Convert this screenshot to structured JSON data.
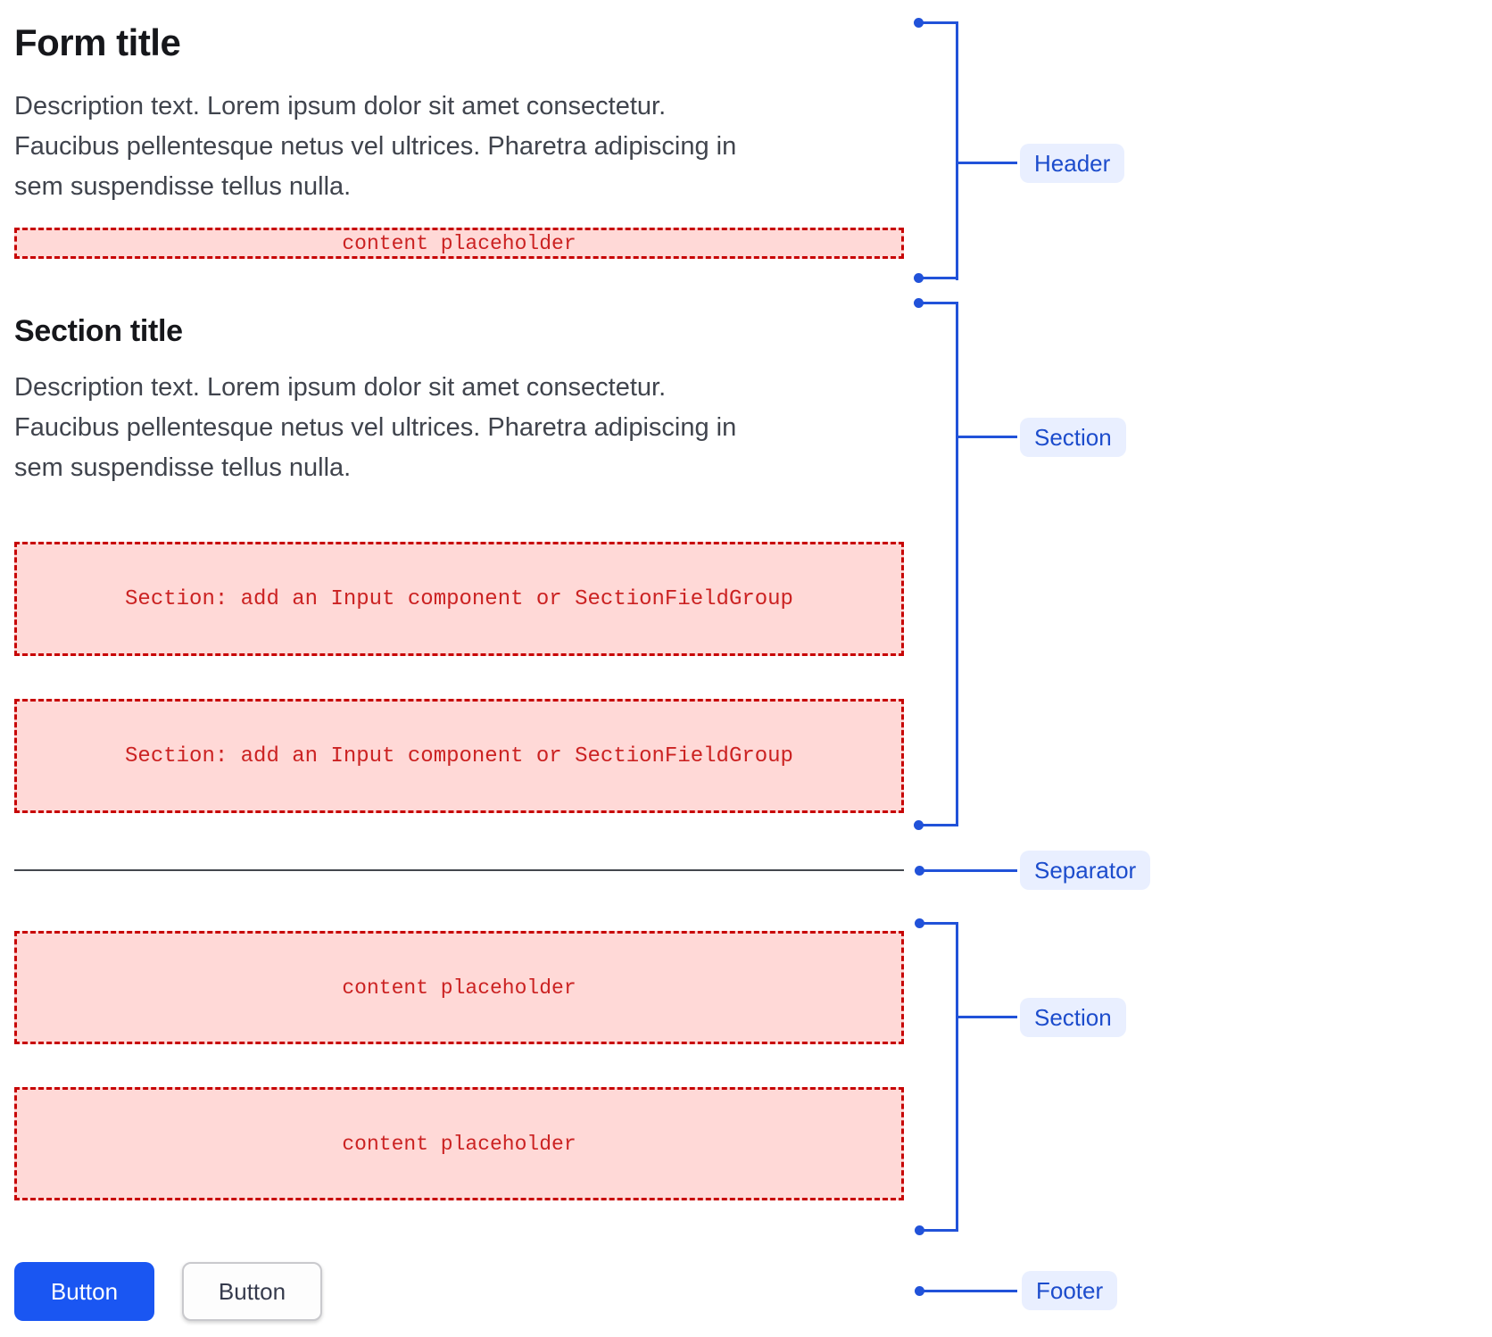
{
  "colors": {
    "accent_blue": "#2152d9",
    "label_text_blue": "#1c4ccc",
    "label_pill_bg": "#e9efff",
    "placeholder_text_red": "#cb2222",
    "placeholder_border_red": "#c70404",
    "placeholder_pink_bg": "#ffd9d7",
    "primary_button_blue": "#1a56f2",
    "title_color": "#16171b",
    "description_color": "#40444d",
    "separator_color": "#43474e"
  },
  "form": {
    "header": {
      "title": "Form title",
      "description_lines": [
        "Description text. Lorem ipsum dolor sit amet consectetur.",
        "Faucibus pellentesque netus vel ultrices. Pharetra adipiscing in",
        "sem suspendisse tellus nulla."
      ],
      "placeholder_label": "content placeholder"
    },
    "section": {
      "title": "Section title",
      "description_lines": [
        "Description text. Lorem ipsum dolor sit amet consectetur.",
        "Faucibus pellentesque netus vel ultrices. Pharetra adipiscing in",
        "sem suspendisse tellus nulla."
      ],
      "field_group_1_label": "Section: add an Input component or SectionFieldGroup",
      "field_group_2_label": "Section: add an Input component or SectionFieldGroup"
    },
    "section_2": {
      "placeholder_1_label": "content placeholder",
      "placeholder_2_label": "content placeholder"
    },
    "footer": {
      "primary_button_label": "Button",
      "secondary_button_label": "Button"
    }
  },
  "annotations": {
    "header_label": "Header",
    "section_1_label": "Section",
    "separator_label": "Separator",
    "section_2_label": "Section",
    "footer_label": "Footer"
  }
}
